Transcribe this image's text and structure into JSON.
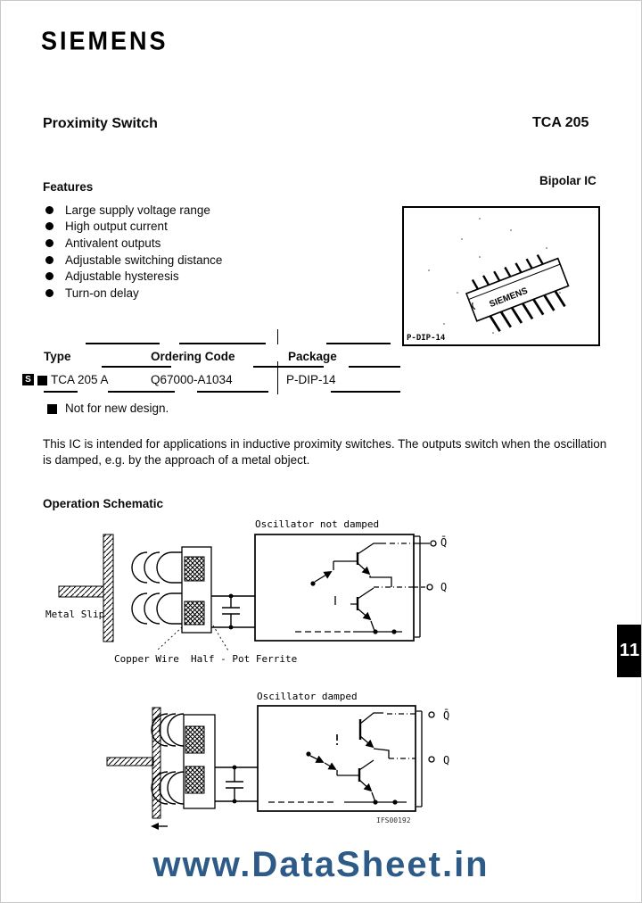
{
  "logo": "SIEMENS",
  "header": {
    "title": "Proximity Switch",
    "part": "TCA 205"
  },
  "features": {
    "heading": "Features",
    "type_label": "Bipolar IC",
    "items": [
      "Large supply voltage range",
      "High output current",
      "Antivalent outputs",
      "Adjustable switching distance",
      "Adjustable hysteresis",
      "Turn-on delay"
    ]
  },
  "package_box": {
    "name": "P-DIP-14",
    "chip_marking": "SIEMENS"
  },
  "table": {
    "headers": {
      "type": "Type",
      "code": "Ordering Code",
      "pkg": "Package"
    },
    "row": {
      "flag": "S",
      "type": "TCA 205 A",
      "code": "Q67000-A1034",
      "pkg": "P-DIP-14"
    },
    "note": "Not for new design."
  },
  "description": "This IC is intended for applications in inductive proximity switches. The outputs switch when the oscillation is damped, e.g. by the approach of a metal object.",
  "schematic": {
    "heading": "Operation Schematic",
    "s1": {
      "title": "Oscillator not damped",
      "q_top": "Q̄",
      "q_bot": "Q",
      "metal_slip": "Metal Slip",
      "copper_wire": "Copper Wire",
      "ferrite": "Half - Pot Ferrite"
    },
    "s2": {
      "title": "Oscillator damped",
      "q_top": "Q̄",
      "q_bot": "Q",
      "fig_code": "IFS00192"
    }
  },
  "page_tab": "11",
  "watermark": "www.DataSheet.in"
}
